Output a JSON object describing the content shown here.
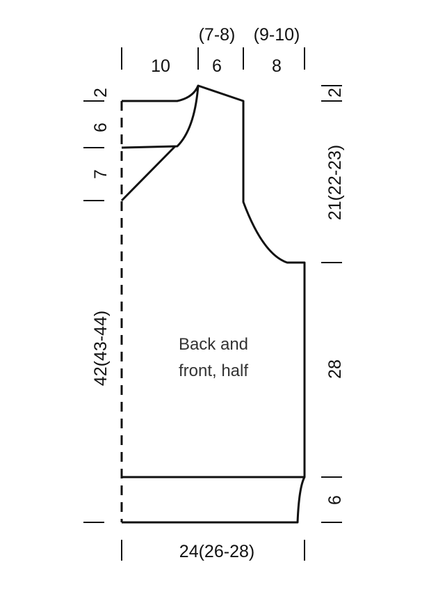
{
  "diagram": {
    "center_label": [
      "Back and",
      "front, half"
    ],
    "top_labels": {
      "width_left": "10",
      "neck_width_alt": "(7-8)",
      "neck_width": "6",
      "shoulder_width_alt": "(9-10)",
      "shoulder_width": "8"
    },
    "left_labels": {
      "neck_height_small": "2",
      "neck_height_mid": "6",
      "neck_height_low": "7",
      "total_height": "42(43-44)"
    },
    "right_labels": {
      "shoulder_slope": "2",
      "armhole_height": "21(22-23)",
      "side_height": "28",
      "rib_height": "6"
    },
    "bottom_labels": {
      "width": "24(26-28)"
    }
  }
}
